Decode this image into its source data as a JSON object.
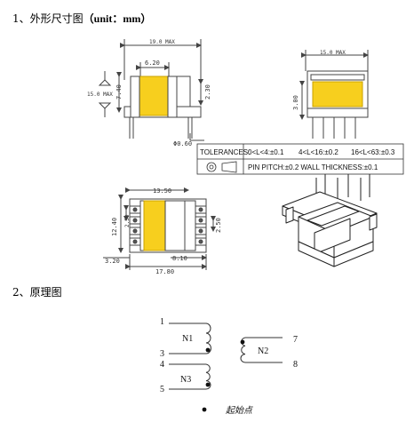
{
  "section1": {
    "number": "1、",
    "title": "外形尺寸图",
    "unit_text": "（unit：mm）"
  },
  "section2": {
    "number": "2、",
    "title": "原理图"
  },
  "dims": {
    "front_width": "19.0 MAX",
    "front_inner": "6.20",
    "front_height": "15.0 MAX",
    "front_left_h": "7.40",
    "front_right_h": "2.30",
    "pin_dia": "Φ0.60",
    "side_width": "15.0 MAX",
    "side_height": "3.00",
    "bottom_width": "13.50",
    "bottom_h1": "12.40",
    "bottom_h2": "2.50",
    "bottom_right": "2.50",
    "bottom_left_offset": "3.20",
    "bottom_right_offset": "8.10",
    "bottom_total": "17.80"
  },
  "tolerances": {
    "label": "TOLERANCES:",
    "t1": "0<L<4:±0.1",
    "t2": "4<L<16:±0.2",
    "t3": "16<L<63:±0.3",
    "pitch": "PIN PITCH:±0.2 WALL THICKNESS:±0.1"
  },
  "schematic": {
    "pins": [
      "1",
      "3",
      "4",
      "5",
      "7",
      "8"
    ],
    "windings": [
      "N1",
      "N3",
      "N2"
    ],
    "legend": "起始点"
  },
  "colors": {
    "core": "#f7cf1e",
    "line": "#444444"
  }
}
